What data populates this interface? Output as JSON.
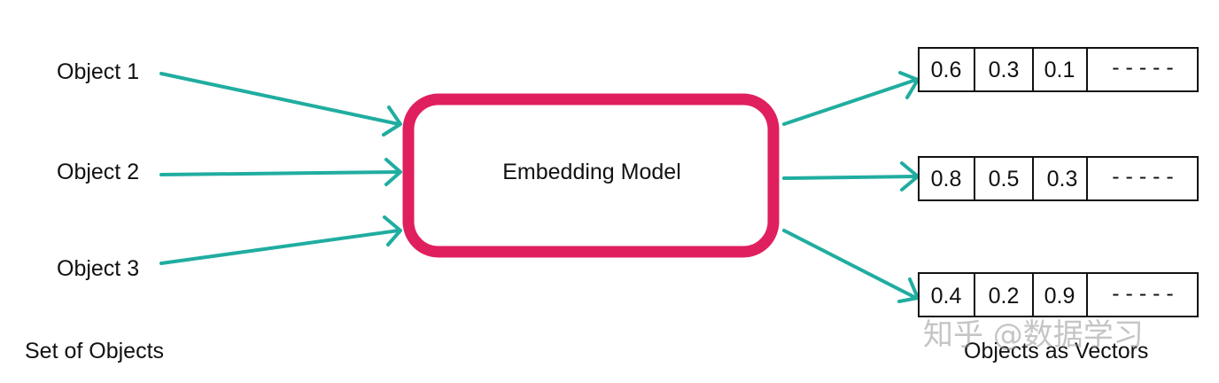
{
  "objects": [
    "Object 1",
    "Object 2",
    "Object 3"
  ],
  "set_label": "Set of Objects",
  "model_label": "Embedding Model",
  "vectors": [
    [
      "0.6",
      "0.3",
      "0.1",
      "- - - - -"
    ],
    [
      "0.8",
      "0.5",
      "0.3",
      "- - - - -"
    ],
    [
      "0.4",
      "0.2",
      "0.9",
      "- - - - -"
    ]
  ],
  "vectors_label": "Objects as Vectors",
  "watermark": "知乎 @数据学习",
  "colors": {
    "arrow": "#20ada0",
    "model_border": "#e01f5e",
    "text": "#111111"
  }
}
